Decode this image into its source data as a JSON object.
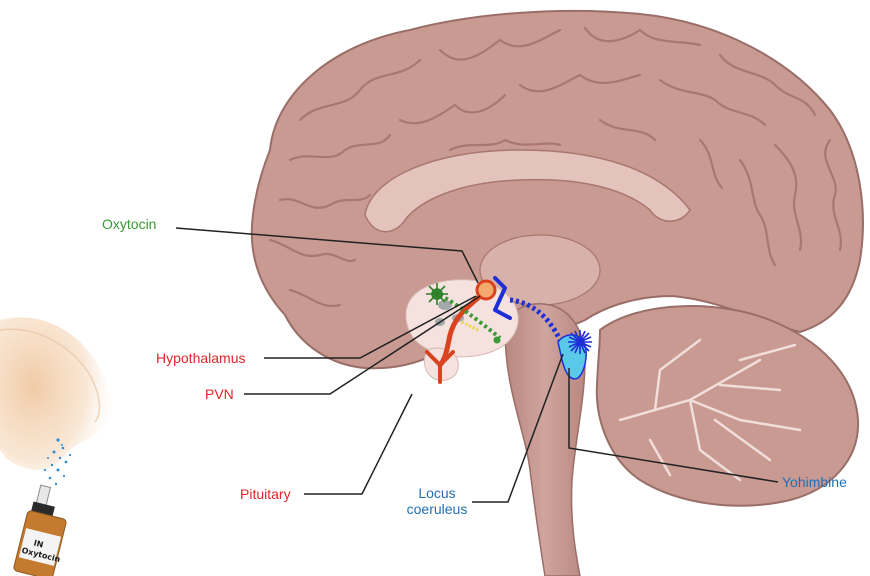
{
  "labels": {
    "oxytocin": "Oxytocin",
    "hypothalamus": "Hypothalamus",
    "pvn": "PVN",
    "pituitary": "Pituitary",
    "locus_line1": "Locus",
    "locus_line2": "coeruleus",
    "yohimbine": "Yohimbine"
  },
  "bottle": {
    "line1": "IN",
    "line2": "Oxytocin"
  },
  "colors": {
    "oxytocin": "#3a9a35",
    "red_labels": "#e0262b",
    "blue_labels": "#1f6fb8",
    "brain": "#c99a92",
    "pathway_red": "#d9431f",
    "pathway_blue": "#1e2fd8"
  }
}
